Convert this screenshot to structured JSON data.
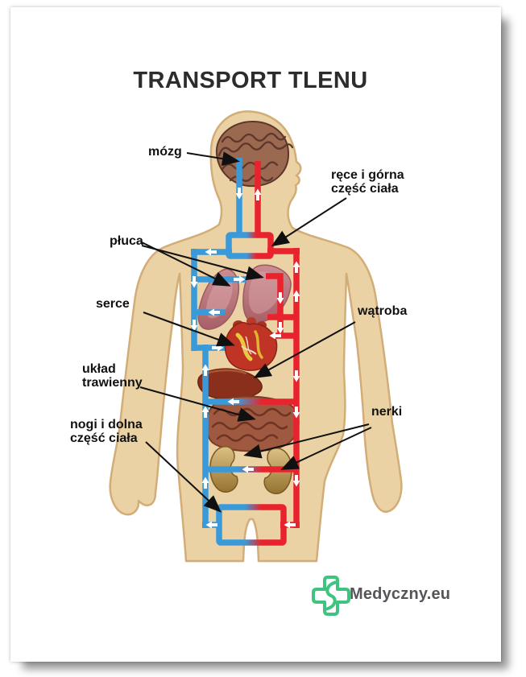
{
  "title": "TRANSPORT TLENU",
  "labels": {
    "mozg": "mózg",
    "rece_gorna": "ręce i górna\nczęść ciała",
    "pluca": "płuca",
    "serce": "serce",
    "watroba": "wątroba",
    "uklad_trawienny": "układ\ntrawienny",
    "nogi_dolna": "nogi i dolna\nczęść ciała",
    "nerki": "nerki"
  },
  "logo": {
    "brand": "Medyczny.eu",
    "icon": "green-medical-cross-s-icon"
  },
  "colors": {
    "artery_red": "#e8232d",
    "vein_blue": "#3a9ad9",
    "skin": "#ead2a4",
    "logo_green": "#3ec47e",
    "title_text": "#2c2c2c",
    "label_text": "#111111"
  }
}
